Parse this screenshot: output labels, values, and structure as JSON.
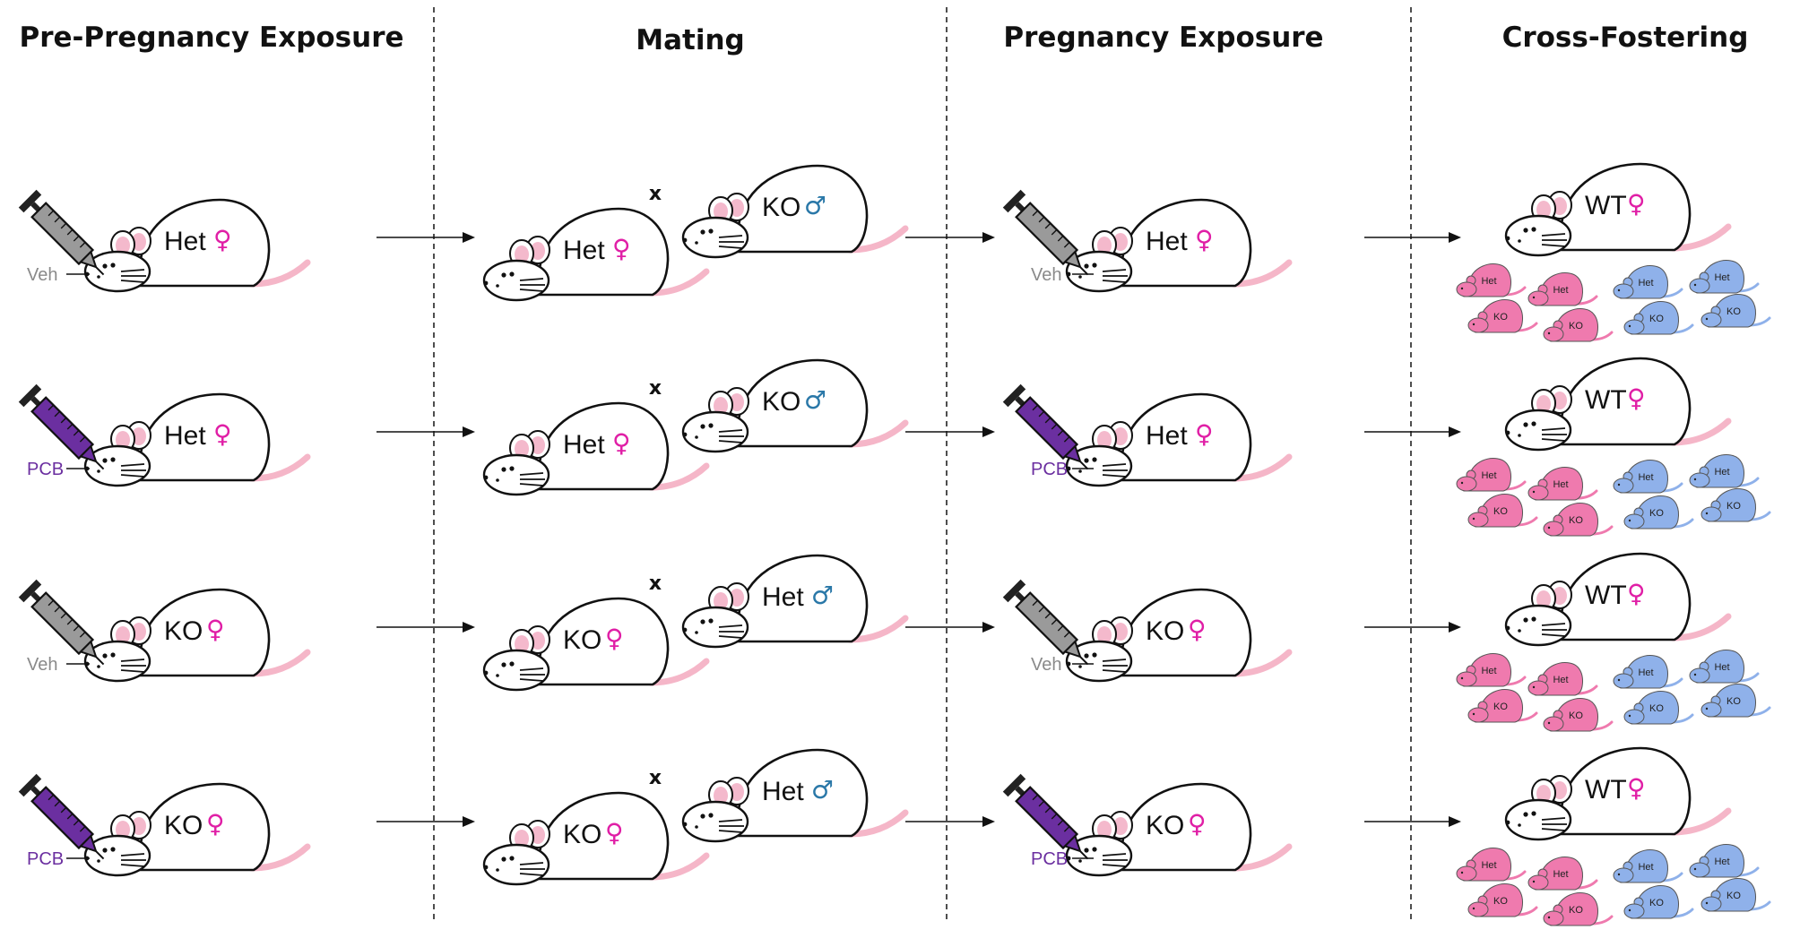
{
  "columns": [
    {
      "title": "Pre-Pregnancy Exposure"
    },
    {
      "title": "Mating"
    },
    {
      "title": "Pregnancy Exposure"
    },
    {
      "title": "Cross-Fostering"
    }
  ],
  "symbols": {
    "female": "♀",
    "male": "♂",
    "cross": "x"
  },
  "colors": {
    "female_symbol": "#e01fa6",
    "male_symbol": "#2a78a8",
    "vehicle_syringe": "#9a9a9a",
    "pcb_syringe": "#6b2fa0",
    "vehicle_text": "#8a8a8a",
    "pcb_text": "#6b2fa0",
    "pup_het_ko_female": "#ef7aae",
    "pup_male": "#8fb1ea",
    "ear_inner": "#f4b9cc",
    "tail": "#f5b6c8"
  },
  "icons": {
    "syringe": "syringe-icon",
    "mouse": "mouse-icon",
    "pup": "pup-icon",
    "arrow": "arrow-right-icon"
  },
  "rows": [
    {
      "exposure": "Veh",
      "dam_genotype": "Het",
      "sire_genotype": "KO",
      "foster_genotype": "WT",
      "pups": [
        {
          "label": "Het",
          "group": "pink"
        },
        {
          "label": "Het",
          "group": "pink"
        },
        {
          "label": "KO",
          "group": "pink"
        },
        {
          "label": "KO",
          "group": "pink"
        },
        {
          "label": "Het",
          "group": "blue"
        },
        {
          "label": "Het",
          "group": "blue"
        },
        {
          "label": "KO",
          "group": "blue"
        },
        {
          "label": "KO",
          "group": "blue"
        }
      ]
    },
    {
      "exposure": "PCB",
      "dam_genotype": "Het",
      "sire_genotype": "KO",
      "foster_genotype": "WT",
      "pups": [
        {
          "label": "Het",
          "group": "pink"
        },
        {
          "label": "Het",
          "group": "pink"
        },
        {
          "label": "KO",
          "group": "pink"
        },
        {
          "label": "KO",
          "group": "pink"
        },
        {
          "label": "Het",
          "group": "blue"
        },
        {
          "label": "Het",
          "group": "blue"
        },
        {
          "label": "KO",
          "group": "blue"
        },
        {
          "label": "KO",
          "group": "blue"
        }
      ]
    },
    {
      "exposure": "Veh",
      "dam_genotype": "KO",
      "sire_genotype": "Het",
      "foster_genotype": "WT",
      "pups": [
        {
          "label": "Het",
          "group": "pink"
        },
        {
          "label": "Het",
          "group": "pink"
        },
        {
          "label": "KO",
          "group": "pink"
        },
        {
          "label": "KO",
          "group": "pink"
        },
        {
          "label": "Het",
          "group": "blue"
        },
        {
          "label": "Het",
          "group": "blue"
        },
        {
          "label": "KO",
          "group": "blue"
        },
        {
          "label": "KO",
          "group": "blue"
        }
      ]
    },
    {
      "exposure": "PCB",
      "dam_genotype": "KO",
      "sire_genotype": "Het",
      "foster_genotype": "WT",
      "pups": [
        {
          "label": "Het",
          "group": "pink"
        },
        {
          "label": "Het",
          "group": "pink"
        },
        {
          "label": "KO",
          "group": "pink"
        },
        {
          "label": "KO",
          "group": "pink"
        },
        {
          "label": "Het",
          "group": "blue"
        },
        {
          "label": "Het",
          "group": "blue"
        },
        {
          "label": "KO",
          "group": "blue"
        },
        {
          "label": "KO",
          "group": "blue"
        }
      ]
    }
  ]
}
